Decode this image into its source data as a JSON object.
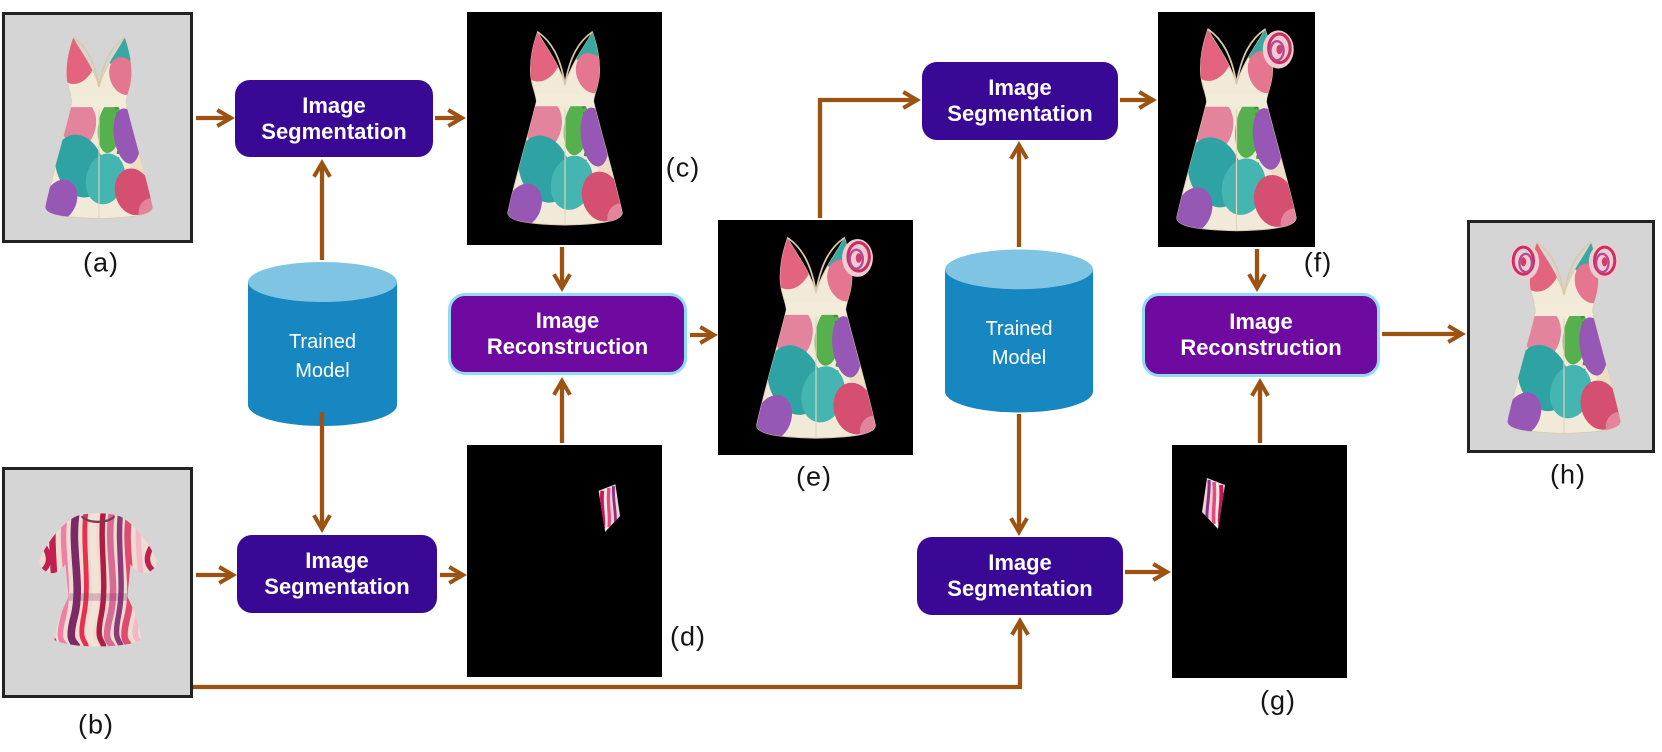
{
  "diagram": {
    "boxes": {
      "segmentation": {
        "line1": "Image",
        "line2": "Segmentation"
      },
      "reconstruction": {
        "line1": "Image",
        "line2": "Reconstruction"
      },
      "trained_model": {
        "line1": "Trained",
        "line2": "Model"
      }
    },
    "image_labels": {
      "a": "(a)",
      "b": "(b)",
      "c": "(c)",
      "d": "(d)",
      "e": "(e)",
      "f": "(f)",
      "g": "(g)",
      "h": "(h)"
    }
  },
  "colors": {
    "arrow": "#9c5210",
    "segmentation_box": "#390996",
    "reconstruction_box": "#6e0aa0",
    "reconstruction_border": "#90dbf2",
    "cylinder_body": "#1687c1",
    "cylinder_top": "#7fc5e3",
    "box_text": "#ffffff",
    "photo_frame_bg": "#d5d5d5",
    "photo_frame_border": "#222222",
    "mask_bg": "#000000",
    "label_text": "#151515"
  }
}
